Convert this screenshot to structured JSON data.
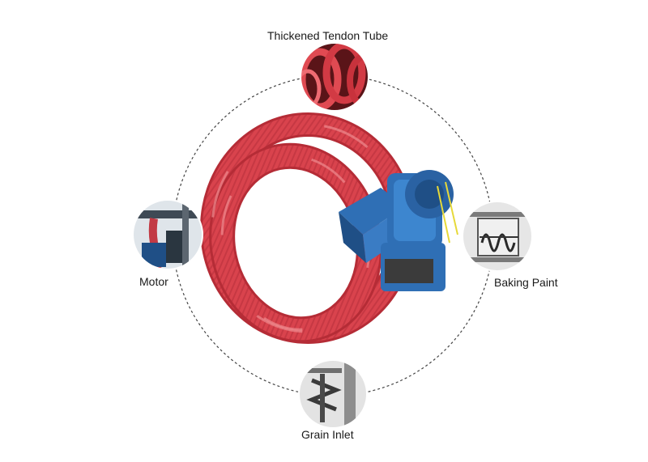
{
  "callouts": {
    "top": "Thickened Tendon Tube",
    "left": "Motor",
    "right": "Baking Paint",
    "bottom": "Grain Inlet"
  },
  "colors": {
    "hose": "#d9434d",
    "hose_dark": "#b52c36",
    "hose_light": "#ee8a8f",
    "motor_blue": "#2f6fb5",
    "motor_dark": "#1f4f86",
    "dashed_ring": "#444444"
  }
}
